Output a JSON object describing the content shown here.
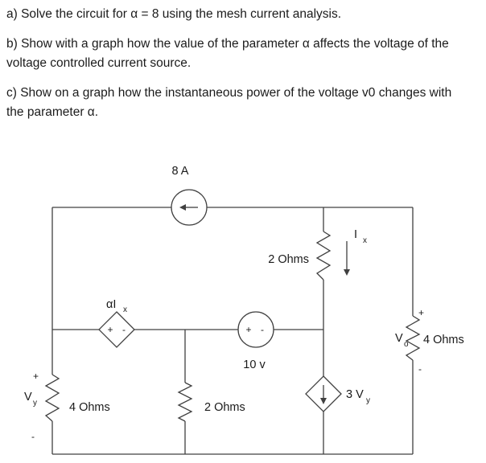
{
  "problem": {
    "part_a": "a) Solve the circuit for α = 8 using the mesh current analysis.",
    "part_b": "b) Show with a graph how the value of the parameter α affects the voltage of the voltage controlled current source.",
    "part_c": "c) Show on a graph how the instantaneous power of the voltage v0 changes with the parameter α."
  },
  "circuit": {
    "source_8a": {
      "label": "8 A"
    },
    "r2_top": {
      "label": "2 Ohms"
    },
    "ix": {
      "symbol": "I",
      "sub": "x"
    },
    "dep_source_alpha": {
      "symbol": "αI",
      "sub": "x",
      "plus": "+",
      "minus": "-"
    },
    "v10": {
      "label": "10 v",
      "plus": "+",
      "minus": "-"
    },
    "r4_right": {
      "symbol": "V",
      "sub": "o",
      "label": "4 Ohms",
      "plus": "+",
      "minus": "-"
    },
    "r4_left": {
      "symbol": "V",
      "sub": "y",
      "label": "4 Ohms",
      "plus": "+",
      "minus": "-"
    },
    "r2_bottom": {
      "label": "2 Ohms"
    },
    "dep_source_3vy": {
      "symbol": "3 V",
      "sub": "y"
    }
  }
}
